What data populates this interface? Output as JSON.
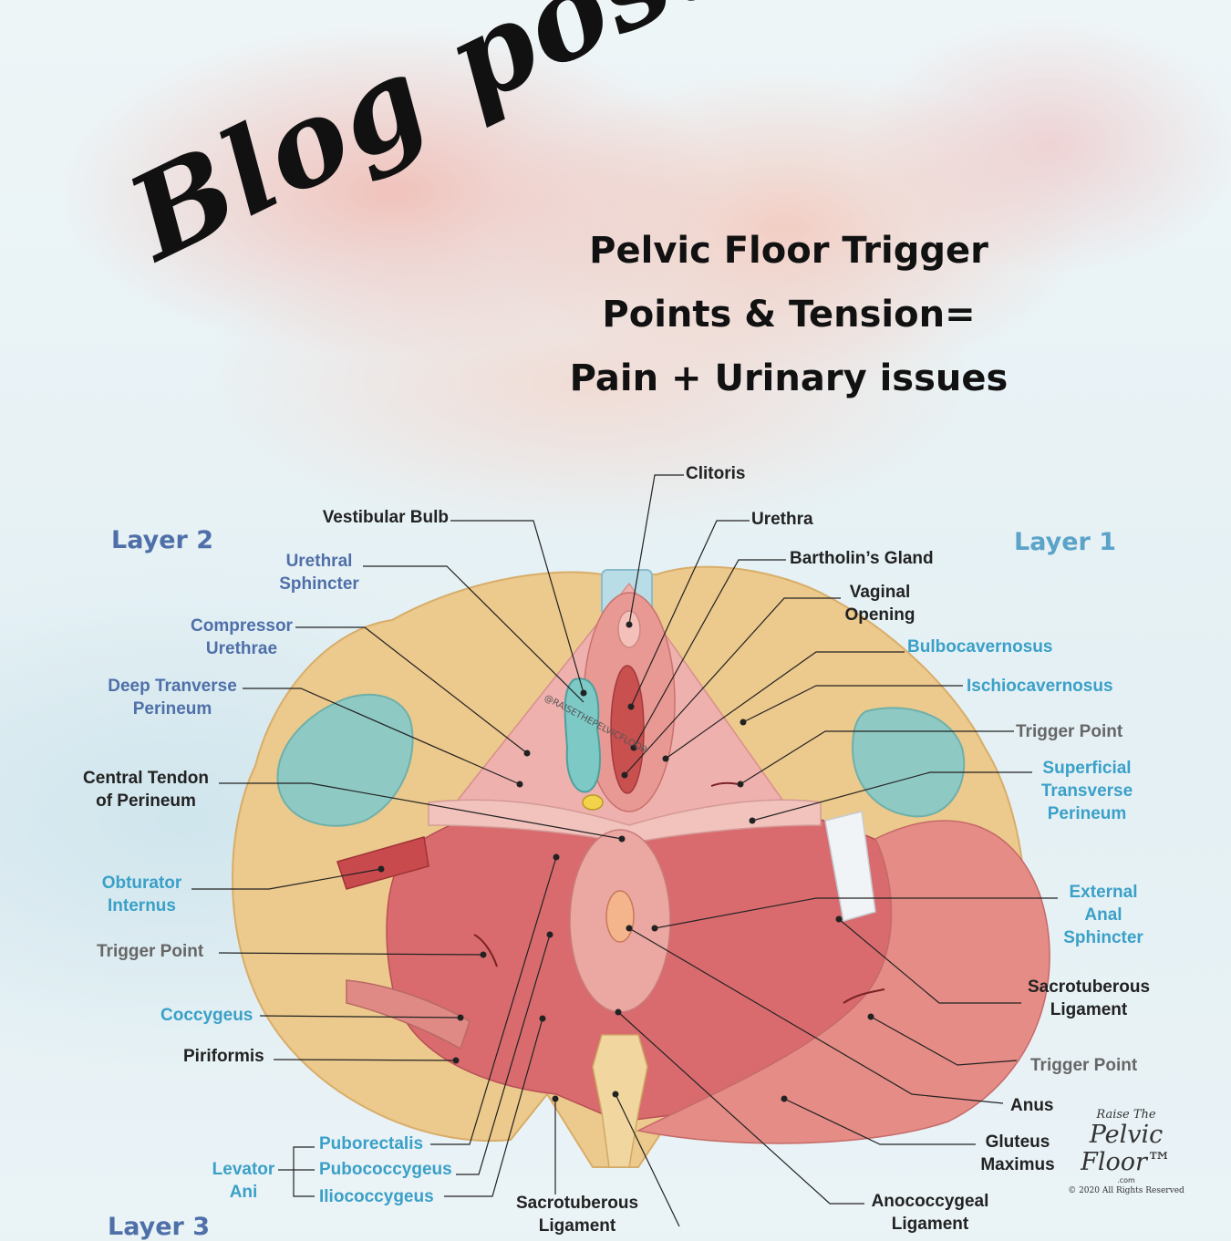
{
  "header": {
    "script_title": "Blog post",
    "headline": [
      "Pelvic Floor Trigger",
      "Points & Tension=",
      "Pain + Urinary issues"
    ]
  },
  "layers": {
    "layer1": "Layer 1",
    "layer2": "Layer 2",
    "layer3": "Layer 3"
  },
  "labels": {
    "clitoris": "Clitoris",
    "vestibular_bulb": "Vestibular Bulb",
    "urethra": "Urethra",
    "bartholins_gland": "Bartholin’s Gland",
    "vaginal_opening": [
      "Vaginal",
      "Opening"
    ],
    "urethral_sphincter": [
      "Urethral",
      "Sphincter"
    ],
    "compressor_urethrae": [
      "Compressor",
      "Urethrae"
    ],
    "deep_transverse_perineum": [
      "Deep Tranverse",
      "Perineum"
    ],
    "bulbocavernosus": "Bulbocavernosus",
    "ischiocavernosus": "Ischiocavernosus",
    "trigger_point_right_upper": "Trigger Point",
    "superficial_transverse_perineum": [
      "Superficial",
      "Transverse",
      "Perineum"
    ],
    "central_tendon": [
      "Central Tendon",
      "of Perineum"
    ],
    "obturator_internus": [
      "Obturator",
      "Internus"
    ],
    "external_anal_sphincter": [
      "External",
      "Anal",
      "Sphincter"
    ],
    "trigger_point_left": "Trigger Point",
    "sacrotuberous_ligament_right": [
      "Sacrotuberous",
      "Ligament"
    ],
    "coccygeus": "Coccygeus",
    "piriformis": "Piriformis",
    "trigger_point_right_lower": "Trigger Point",
    "anus": "Anus",
    "gluteus_maximus": [
      "Gluteus",
      "Maximus"
    ],
    "puborectalis": "Puborectalis",
    "pubococcygeus": "Pubococcygeus",
    "iliococcygeus": "Iliococcygeus",
    "levator_ani": [
      "Levator",
      "Ani"
    ],
    "sacrotuberous_ligament_bottom": [
      "Sacrotuberous",
      "Ligament"
    ],
    "anococcygeal_ligament": [
      "Anococcygeal",
      "Ligament"
    ]
  },
  "watermark": "@RAISETHEPELVICFLOOR",
  "logo": {
    "line1": "Raise The",
    "line2": "Pelvic Floor™",
    "line3": ".com",
    "line4": "© 2020 All Rights Reserved"
  },
  "colors": {
    "label_black": "#222222",
    "label_indigo": "#4f6fa9",
    "label_cyan": "#3aa0c8",
    "label_gray": "#666666",
    "bone": "#ecc98c",
    "muscle": "#d96b6e",
    "muscle_light": "#efb1ad",
    "cartilage": "#8fc9c3"
  }
}
